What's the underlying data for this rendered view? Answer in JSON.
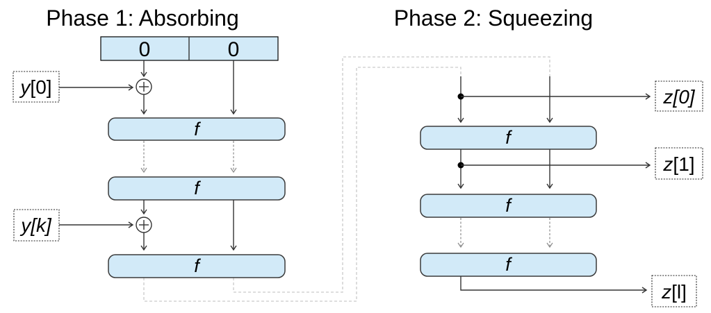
{
  "titles": {
    "phase1": "Phase 1: Absorbing",
    "phase2": "Phase 2: Squeezing"
  },
  "state_register": {
    "cells": [
      "0",
      "0"
    ]
  },
  "function_label": "f",
  "absorbing": {
    "inputs": [
      {
        "var": "y",
        "index": "[0]"
      },
      {
        "var": "y",
        "index": "[k]"
      }
    ],
    "round_count": 3
  },
  "squeezing": {
    "outputs": [
      {
        "var": "z",
        "index": "[0]"
      },
      {
        "var": "z",
        "index": "[1]"
      },
      {
        "var": "z",
        "index": "[l]"
      }
    ],
    "round_count": 3
  },
  "colors": {
    "box_fill": "#d2eaf8",
    "box_border": "#3a3a3a",
    "state_border": "#000000",
    "solid_line": "#333333",
    "dashed_round_line": "#8c8c8c",
    "feedback_line": "#c9c9c9",
    "background": "#ffffff",
    "text": "#000000"
  }
}
